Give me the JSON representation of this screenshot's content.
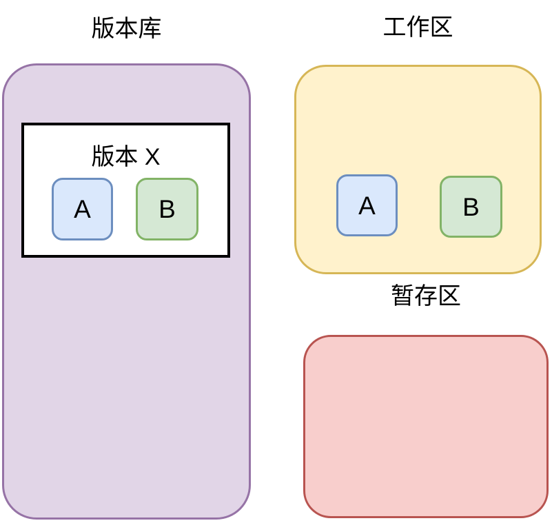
{
  "colors": {
    "purple_fill": "#e1d5e7",
    "purple_stroke": "#9673a6",
    "yellow_fill": "#fff2cc",
    "yellow_stroke": "#d6b656",
    "red_fill": "#f8cecc",
    "red_stroke": "#b85450",
    "blue_fill": "#dae8fc",
    "blue_stroke": "#6c8ebf",
    "green_fill": "#d5e8d4",
    "green_stroke": "#82b366",
    "box_stroke": "#000000",
    "text": "#000000"
  },
  "repository": {
    "title": "版本库",
    "version_box": {
      "title": "版本 X",
      "files": [
        {
          "label": "A",
          "color": "blue"
        },
        {
          "label": "B",
          "color": "green"
        }
      ]
    }
  },
  "working_area": {
    "title": "工作区",
    "files": [
      {
        "label": "A",
        "color": "blue"
      },
      {
        "label": "B",
        "color": "green"
      }
    ]
  },
  "staging_area": {
    "title": "暂存区",
    "files": []
  }
}
